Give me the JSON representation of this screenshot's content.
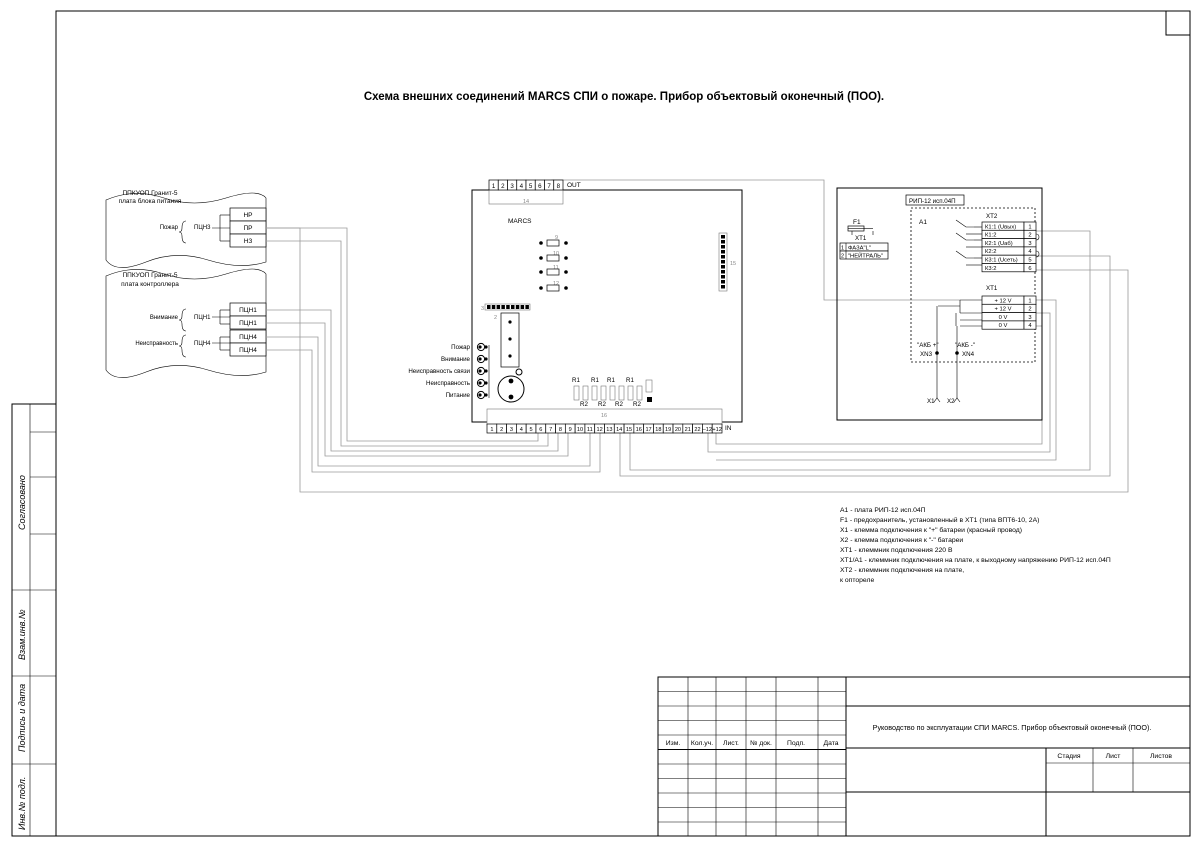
{
  "title": "Схема внешних соединений MARCS СПИ о пожаре. Прибор объектовый оконечный (ПОО).",
  "source1": {
    "line1": "ППКУОП Гранит-5",
    "line2": "плата блока питания",
    "loop_label": "Пожар",
    "loop_name": "ПЦН3",
    "terminals": [
      "НР",
      "ПР",
      "НЗ"
    ]
  },
  "source2": {
    "line1": "ППКУОП Гранит-5",
    "line2": "плата контроллера",
    "loop1_label": "Внимание",
    "loop1_name": "ПЦН1",
    "loop2_label": "Неисправность",
    "loop2_name": "ПЦН4",
    "terminals": [
      "ПЦН1",
      "ПЦН1",
      "ПЦН4",
      "ПЦН4"
    ]
  },
  "marcs": {
    "label": "MARCS",
    "out_label": "OUT",
    "in_label": "IN",
    "out_terminals": [
      "1",
      "2",
      "3",
      "4",
      "5",
      "6",
      "7",
      "8"
    ],
    "in_terminals": [
      "1",
      "2",
      "3",
      "4",
      "5",
      "6",
      "7",
      "8",
      "9",
      "10",
      "11",
      "12",
      "13",
      "14",
      "15",
      "16",
      "17",
      "18",
      "19",
      "20",
      "21",
      "22",
      "–12",
      "+12"
    ],
    "refs": {
      "x14": "14",
      "x15": "15",
      "x16": "16",
      "x2": "2",
      "x3": "3",
      "x9": "9",
      "x10": "10",
      "x11": "11",
      "x12": "12"
    },
    "leds": [
      "Пожар",
      "Внимание",
      "Неисправность связи",
      "Неисправность",
      "Питание"
    ],
    "resistors_top": [
      "R1",
      "R1",
      "R1",
      "R1"
    ],
    "resistors_bottom": [
      "R2",
      "R2",
      "R2",
      "R2"
    ]
  },
  "rip": {
    "title": "РИП-12 исп.04П",
    "a1": "А1",
    "f1": "F1",
    "xt1_left": "XT1",
    "mains": [
      {
        "n": "1",
        "name": "ФАЗА\"L\""
      },
      {
        "n": "2",
        "name": "\"НЕЙТРАЛЬ\""
      }
    ],
    "xt2_label": "XT2",
    "xt2": [
      {
        "name": "К1:1 (Uвых)",
        "n": "1"
      },
      {
        "name": "К1:2",
        "n": "2"
      },
      {
        "name": "К2:1 (Uаб)",
        "n": "3"
      },
      {
        "name": "К2:2",
        "n": "4"
      },
      {
        "name": "К3:1 (Uсеть)",
        "n": "5"
      },
      {
        "name": "К3:2",
        "n": "6"
      }
    ],
    "xt1_label": "XT1",
    "xt1": [
      {
        "name": "+ 12 V",
        "n": "1"
      },
      {
        "name": "+ 12 V",
        "n": "2"
      },
      {
        "name": "0 V",
        "n": "3"
      },
      {
        "name": "0 V",
        "n": "4"
      }
    ],
    "akb_plus": "\"АКБ +\"",
    "akb_minus": "\"АКБ -\"",
    "xn3": "XN3",
    "xn4": "XN4",
    "x1": "X1",
    "x2": "X2"
  },
  "legend": [
    "А1 - плата РИП-12 исп.04П",
    "F1 - предохранитель, установленный в ХТ1 (типа ВПТ6-10, 2А)",
    "X1 - клемма подключения к \"+\" батареи (красный провод)",
    "X2 - клемма подключения к \"-\" батареи",
    "ХТ1 - клеммник подключения 220 В",
    "ХТ1/А1 - клеммник подключения на плате, к выходному напряжению РИП-12 исп.04П",
    "ХТ2 - клеммник подключения на плате,",
    "к оптореле"
  ],
  "sidebar": {
    "agreed": "Согласовано",
    "inv_ref": "Взам.инв.№",
    "sign_date": "Подпись и дата",
    "inv_orig": "Инв.№ подл."
  },
  "stamp": {
    "cols": [
      "Изм.",
      "Кол.уч.",
      "Лист.",
      "№ док.",
      "Подп.",
      "Дата"
    ],
    "doc_title": "Руководство по эксплуатации СПИ MARCS. Прибор объектовый оконечный (ПОО).",
    "stage": "Стадия",
    "sheet": "Лист",
    "sheets": "Листов"
  }
}
